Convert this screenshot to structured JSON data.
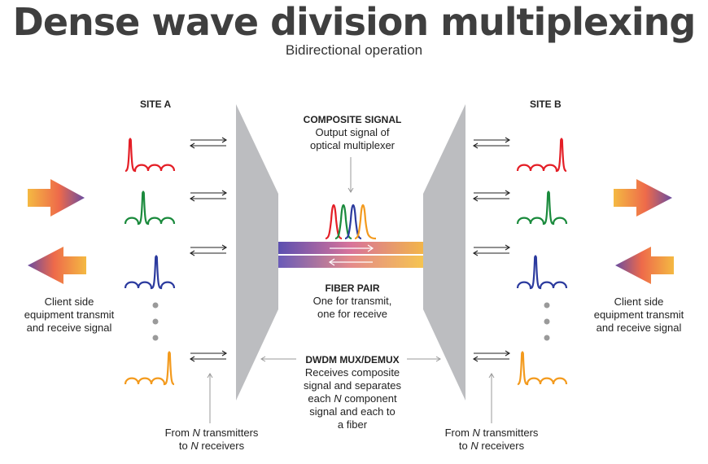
{
  "header": {
    "title": "Dense wave division multiplexing",
    "subtitle": "Bidirectional operation"
  },
  "site_a": {
    "label": "SITE A"
  },
  "site_b": {
    "label": "SITE B"
  },
  "composite_signal": {
    "heading": "COMPOSITE SIGNAL",
    "line1": "Output signal of",
    "line2": "optical multiplexer"
  },
  "fiber_pair": {
    "heading": "FIBER PAIR",
    "line1": "One for transmit,",
    "line2": "one for receive"
  },
  "mux": {
    "heading": "DWDM MUX/DEMUX",
    "line1": "Receives composite",
    "line2": "signal and separates",
    "line3_pre": "each ",
    "line3_n": "N",
    "line3_post": " component",
    "line4": "signal and each to",
    "line5": "a fiber"
  },
  "client_left": {
    "line1": "Client side",
    "line2": "equipment transmit",
    "line3": "and receive signal"
  },
  "client_right": {
    "line1": "Client side",
    "line2": "equipment transmit",
    "line3": "and receive signal"
  },
  "transmitters_left": {
    "pre1": "From ",
    "n1": "N",
    "post1": " transmitters",
    "pre2": "to ",
    "n2": "N",
    "post2": " receivers"
  },
  "transmitters_right": {
    "pre1": "From ",
    "n1": "N",
    "post1": " transmitters",
    "pre2": "to ",
    "n2": "N",
    "post2": " receivers"
  },
  "colors": {
    "red": "#e41e26",
    "green": "#1a8a3c",
    "blue": "#2b3a9e",
    "orange": "#f39a1d",
    "mux_gray": "#bcbdc0",
    "dot_gray": "#9a9a9a"
  }
}
